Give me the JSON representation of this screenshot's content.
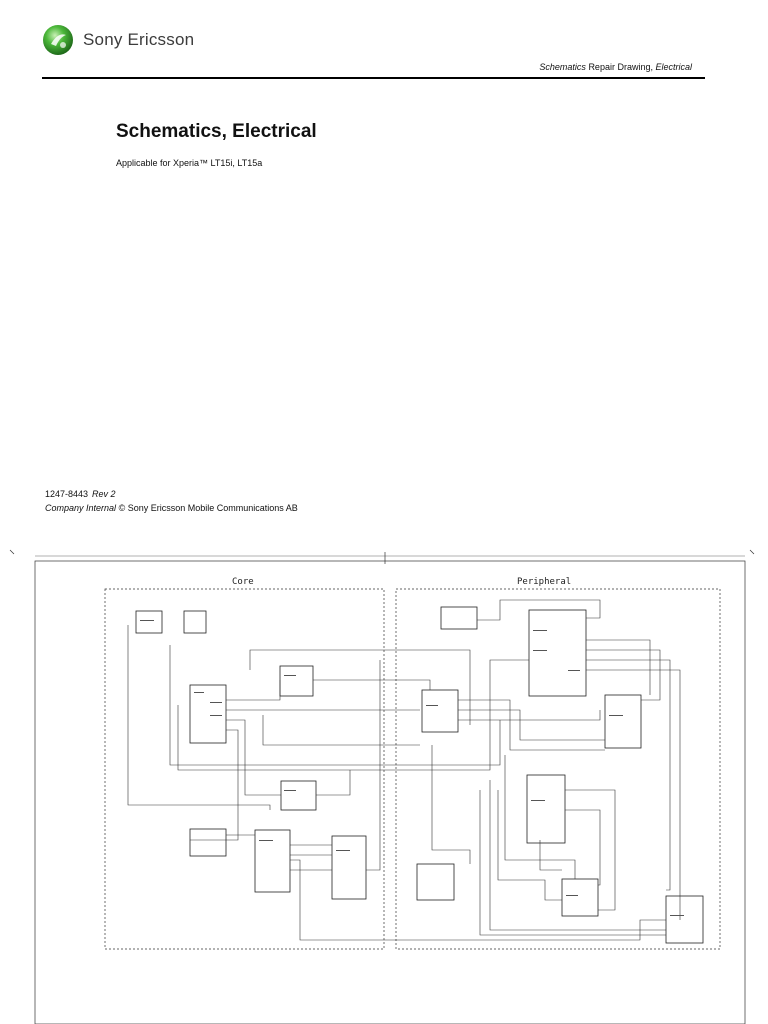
{
  "brand": {
    "name": "Sony Ericsson",
    "logo_icon": "sony-ericsson-logo-icon",
    "logo_color": "#3aa935"
  },
  "header": {
    "schematics": "Schematics",
    "repair_drawing": "Repair Drawing,",
    "electrical": "Electrical"
  },
  "title": "Schematics, Electrical",
  "subtitle": "Applicable for Xperia™ LT15i, LT15a",
  "document": {
    "number": "1247-8443",
    "revision": "Rev 2",
    "company_internal": "Company Internal",
    "copyright_symbol": "©",
    "owner": "Sony Ericsson Mobile Communications AB"
  },
  "schematic": {
    "section_core": "Core",
    "section_peripheral": "Peripheral"
  }
}
